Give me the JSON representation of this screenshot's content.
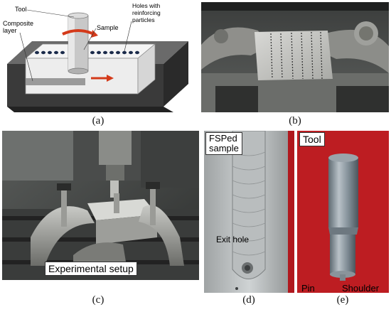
{
  "panel_a": {
    "labels": {
      "tool": "Tool",
      "sample": "Sample",
      "holes_line1": "Holes with",
      "holes_line2": "reinforcing",
      "holes_line3": "particles",
      "composite_line1": "Composite",
      "composite_line2": "layer"
    },
    "caption": "(a)"
  },
  "panel_b": {
    "caption": "(b)"
  },
  "panel_c": {
    "label": "Experimental setup",
    "caption": "(c)"
  },
  "panel_d": {
    "label_line1": "FSPed",
    "label_line2": "sample",
    "exit_hole": "Exit hole",
    "caption": "(d)"
  },
  "panel_e": {
    "label": "Tool",
    "pin": "Pin",
    "shoulder": "Shoulder",
    "caption": "(e)"
  }
}
